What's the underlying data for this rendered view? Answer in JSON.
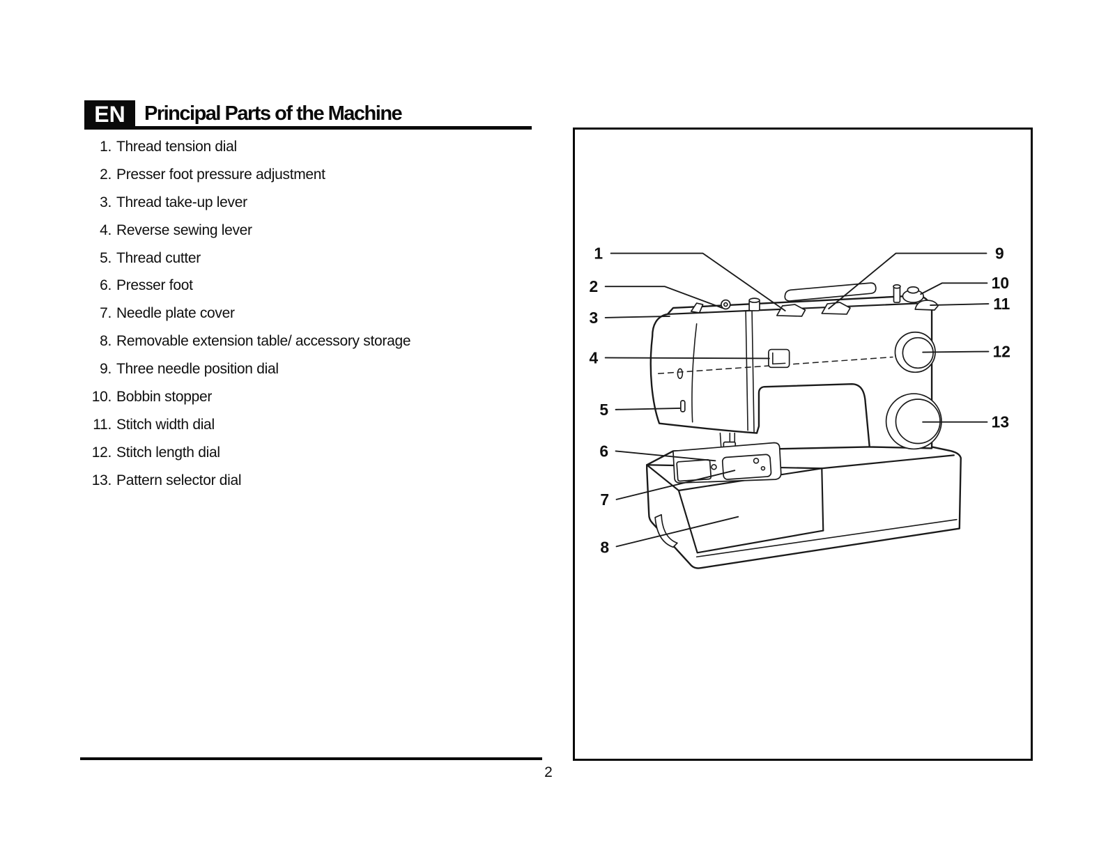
{
  "header": {
    "language_badge": "EN",
    "title": "Principal Parts of the Machine"
  },
  "parts_list": [
    {
      "num": "1.",
      "label": "Thread tension dial"
    },
    {
      "num": "2.",
      "label": "Presser foot pressure adjustment"
    },
    {
      "num": "3.",
      "label": "Thread take-up lever"
    },
    {
      "num": "4.",
      "label": "Reverse sewing lever"
    },
    {
      "num": "5.",
      "label": "Thread cutter"
    },
    {
      "num": "6.",
      "label": "Presser foot"
    },
    {
      "num": "7.",
      "label": "Needle plate cover"
    },
    {
      "num": "8.",
      "label": "Removable extension table/ accessory storage"
    },
    {
      "num": "9.",
      "label": "Three needle position dial"
    },
    {
      "num": "10.",
      "label": "Bobbin stopper"
    },
    {
      "num": "11.",
      "label": "Stitch width dial"
    },
    {
      "num": "12.",
      "label": "Stitch length dial"
    },
    {
      "num": "13.",
      "label": "Pattern selector dial"
    }
  ],
  "diagram": {
    "callouts": [
      "1",
      "2",
      "3",
      "4",
      "5",
      "6",
      "7",
      "8",
      "9",
      "10",
      "11",
      "12",
      "13"
    ]
  },
  "footer": {
    "page_number": "2"
  },
  "colors": {
    "ink": "#0a0a0a",
    "paper": "#ffffff"
  }
}
